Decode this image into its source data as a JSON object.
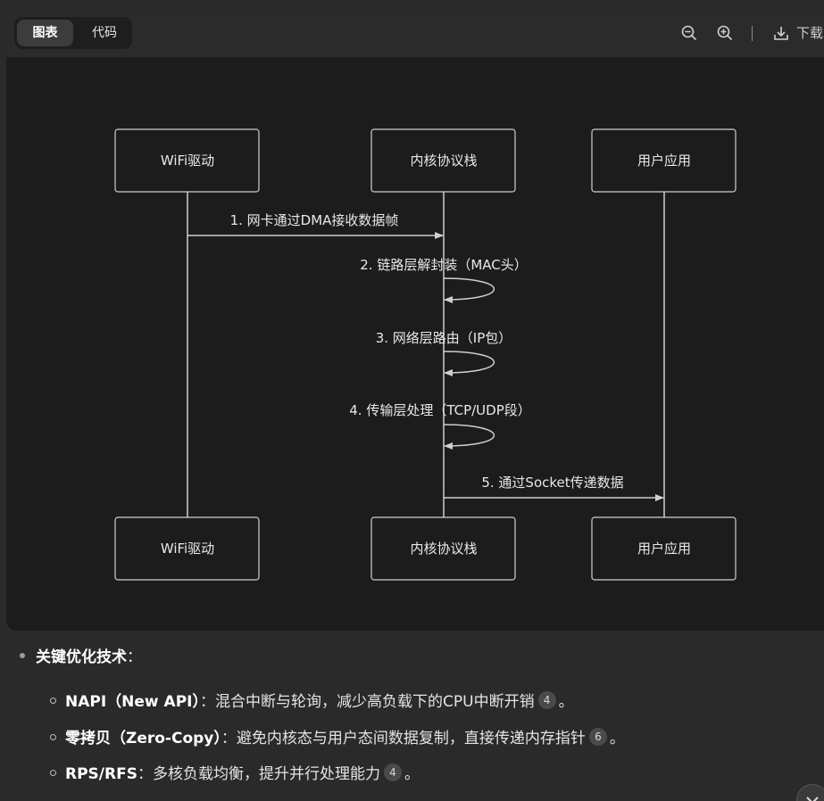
{
  "toolbar": {
    "tabs": [
      {
        "label": "图表",
        "active": true
      },
      {
        "label": "代码",
        "active": false
      }
    ],
    "download_label": "下载",
    "icons": [
      "zoom-out-icon",
      "zoom-in-icon",
      "download-icon"
    ]
  },
  "diagram": {
    "participants": [
      "WiFi驱动",
      "内核协议栈",
      "用户应用"
    ],
    "messages": [
      {
        "label": "1. 网卡通过DMA接收数据帧",
        "from": 0,
        "to": 1
      },
      {
        "label": "2. 链路层解封装（MAC头）",
        "from": 1,
        "to": 1
      },
      {
        "label": "3. 网络层路由（IP包）",
        "from": 1,
        "to": 1
      },
      {
        "label": "4. 传输层处理（TCP/UDP段）",
        "from": 1,
        "to": 1
      },
      {
        "label": "5. 通过Socket传递数据",
        "from": 1,
        "to": 2
      }
    ]
  },
  "content": {
    "heading": "关键优化技术",
    "heading_colon": "：",
    "items": [
      {
        "term": "NAPI（New API）",
        "sep": "：",
        "text": "混合中断与轮询，减少高负载下的CPU中断开销",
        "ref": "4",
        "tail": "。"
      },
      {
        "term": "零拷贝（Zero-Copy）",
        "sep": "：",
        "text": "避免内核态与用户态间数据复制，直接传递内存指针",
        "ref": "6",
        "tail": "。"
      },
      {
        "term": "RPS/RFS",
        "sep": "：",
        "text": "多核负载均衡，提升并行处理能力",
        "ref": "4",
        "tail": "。"
      }
    ]
  },
  "colors": {
    "card_bg": "#1c1c1c",
    "header_bg": "#2b2b2b",
    "line": "#cfcfcf"
  }
}
